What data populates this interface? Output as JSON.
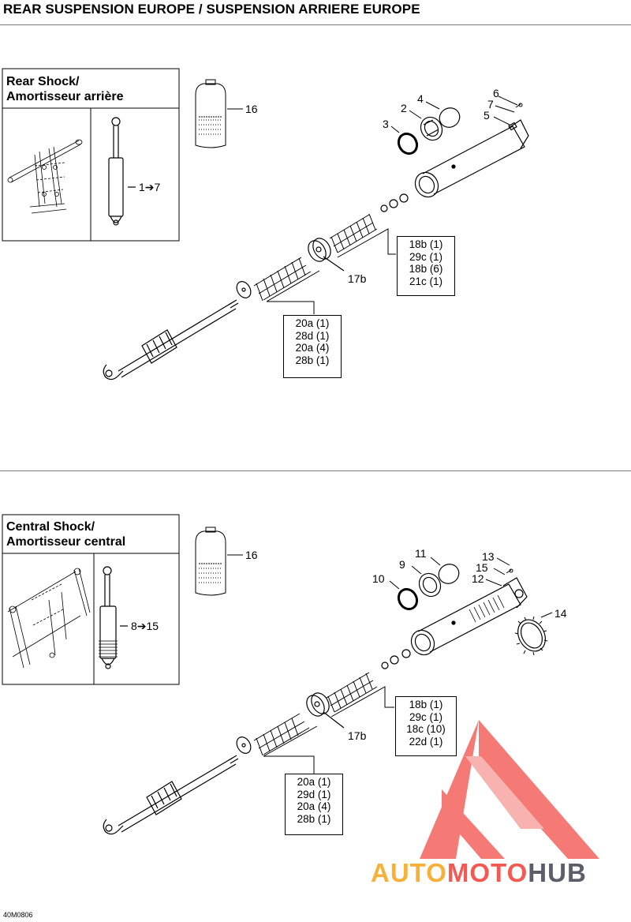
{
  "title": "REAR SUSPENSION EUROPE / SUSPENSION ARRIERE EUROPE",
  "sections": [
    {
      "inset_title_1": "Rear Shock/",
      "inset_title_2": "Amortisseur arrière",
      "range_label": "1➔7",
      "oil_label": "16",
      "part_labels": {
        "p2": "2",
        "p3": "3",
        "p4": "4",
        "p5": "5",
        "p6": "6",
        "p7": "7",
        "p17b": "17b"
      },
      "kit_upper": [
        "18b (1)",
        "29c (1)",
        "18b (6)",
        "21c (1)"
      ],
      "kit_lower": [
        "20a (1)",
        "28d (1)",
        "20a (4)",
        "28b (1)"
      ]
    },
    {
      "inset_title_1": "Central Shock/",
      "inset_title_2": "Amortisseur central",
      "range_label": "8➔15",
      "oil_label": "16",
      "part_labels": {
        "p9": "9",
        "p10": "10",
        "p11": "11",
        "p12": "12",
        "p13": "13",
        "p14": "14",
        "p15": "15",
        "p17b": "17b"
      },
      "kit_upper": [
        "18b (1)",
        "29c (1)",
        "18c (10)",
        "22d (1)"
      ],
      "kit_lower": [
        "20a (1)",
        "29d (1)",
        "20a (4)",
        "28b (1)"
      ]
    }
  ],
  "drawing_code": "40M0806",
  "watermark": {
    "part1": "AUTO",
    "part2": "MOTO",
    "part3": "HUB"
  },
  "colors": {
    "watermark_red": "#f35a54",
    "watermark_orange": "#f7b13a",
    "watermark_gray": "#595e69",
    "rule": "#7a7a7a"
  }
}
